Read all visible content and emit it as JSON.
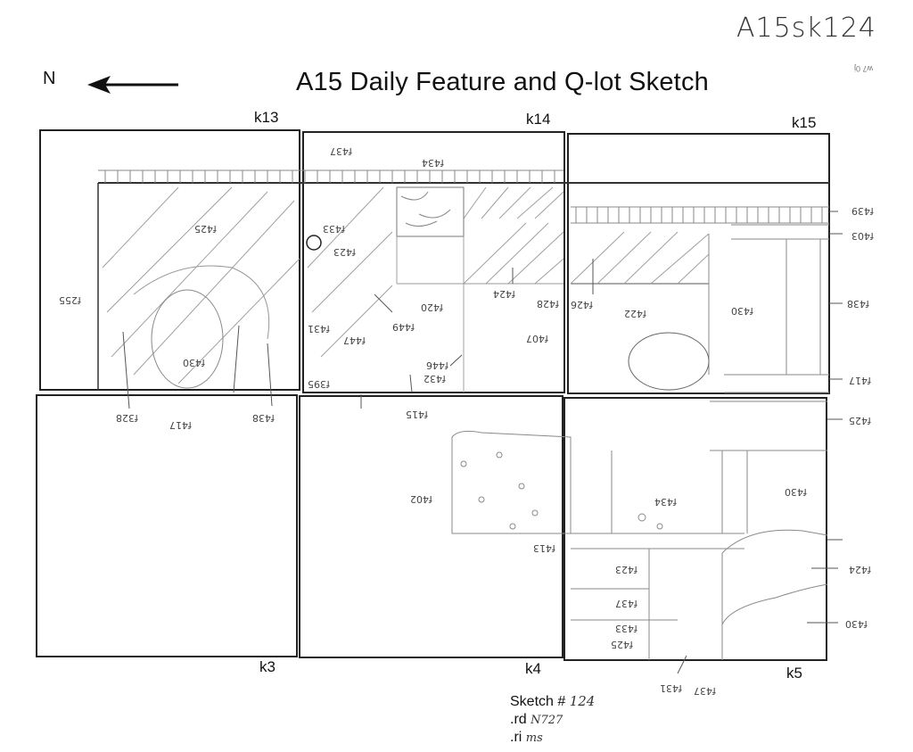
{
  "header": {
    "title": "A15 Daily Feature and Q-lot Sketch",
    "north_label": "N",
    "page_id": "A15sk124",
    "corner_note": "w7 0j"
  },
  "units": {
    "k13": "k13",
    "k14": "k14",
    "k15": "k15",
    "k3": "k3",
    "k4": "k4",
    "k5": "k5"
  },
  "sketch_info": {
    "sketch_label": "Sketch #",
    "sketch_number": "124",
    "rd_label": ".rd",
    "rd_value": "N727",
    "ri_label": ".ri",
    "ri_value": "ms"
  },
  "annotations": {
    "f425": "f425",
    "f4_22": "f422",
    "f437": "f437",
    "f433": "f433",
    "f423": "f423",
    "f431": "f431",
    "f430": "f430",
    "f420": "f420",
    "f255": "f255",
    "f449": "f449",
    "f447": "f447",
    "f446": "f446",
    "f430b": "f430",
    "f434": "f434",
    "f403": "f403",
    "f426": "f426",
    "f417": "f417",
    "f413": "f413",
    "f328": "f328",
    "f438": "f438",
    "f395": "f395",
    "f432": "f432",
    "f424": "f424",
    "f425b": "f425",
    "f4102": "f402",
    "f4_07": "f407",
    "f428": "f428",
    "f4_15": "f415",
    "f4_17": "f417",
    "f4_24": "f424",
    "f4_39": "f439",
    "f4_30": "f430",
    "f4_38": "f438"
  },
  "colors": {
    "ink": "#222222",
    "pencil": "#8a8a8a",
    "paper": "#ffffff"
  }
}
